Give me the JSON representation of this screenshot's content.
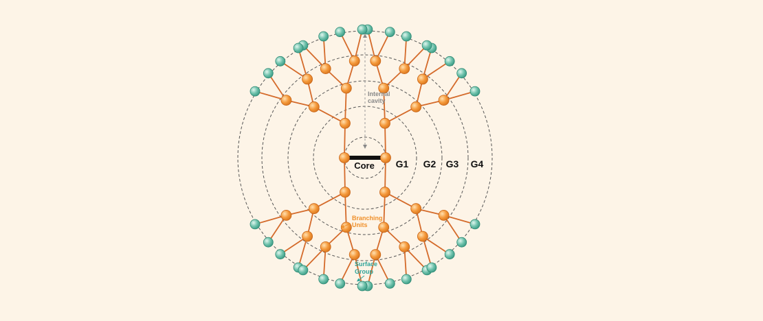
{
  "diagram": {
    "labels": {
      "core": "Core",
      "generations": [
        "G1",
        "G2",
        "G3",
        "G4"
      ],
      "internal_cavity": [
        "Internal",
        "cavity"
      ],
      "branching_units": [
        "Branching",
        "Units"
      ],
      "surface_group": [
        "Surface",
        "Group"
      ]
    },
    "colors": {
      "background": "#fdf4e7",
      "bond": "#d46a2a",
      "branching_unit": "#f59a3c",
      "surface_group": "#6fc2ac",
      "ring": "#555555",
      "core": "#111111",
      "branching_label": "#f0902a",
      "surface_label": "#2fa49a",
      "cavity_label": "#888888"
    },
    "structure": {
      "core_arms": 2,
      "generations": 4,
      "branches_per_unit": 2
    }
  }
}
